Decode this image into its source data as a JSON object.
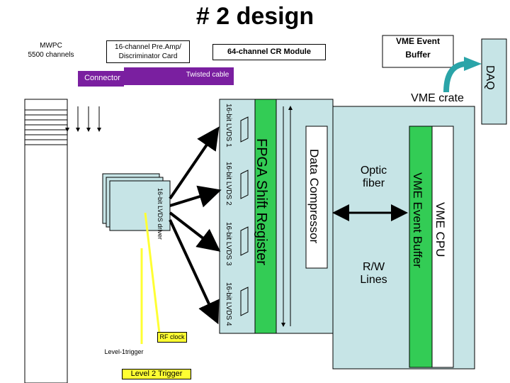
{
  "title": "# 2 design",
  "labels": {
    "mwpc_line1": "MWPC",
    "mwpc_line2": "5500 channels",
    "preamp_line1": "16-channel Pre.Amp/",
    "preamp_line2": "Discriminator Card",
    "cr_module": "64-channel CR Module",
    "vme_event_line1": "VME Event",
    "vme_event_line2": "Buffer",
    "daq": "DAQ",
    "twisted_cable": "Twisted cable",
    "connector": "Connector",
    "vme_crate": "VME crate",
    "lvds1": "16-bit LVDS 1",
    "lvds2": "16-bit LVDS 2",
    "lvds3": "16-bit LVDS 3",
    "lvds4": "16-bit LVDS 4",
    "lvds_driver_line1": "16-bit LVDS",
    "lvds_driver_line2": "driver",
    "fpga": "FPGA Shift Register",
    "data_compressor": "Data Compressor",
    "optic_line1": "Optic",
    "optic_line2": "fiber",
    "rw_line1": "R/W",
    "rw_line2": "Lines",
    "vme_event_buffer": "VME Event Buffer",
    "vme_cpu": "VME CPU",
    "rf_clock": "RF clock",
    "level1_trigger": "Level-1trigger",
    "level2_trigger": "Level 2 Trigger"
  },
  "colors": {
    "teal": "#c6e4e6",
    "purple": "#7a1fa0",
    "green": "#33cc55",
    "yellow": "#ffff33",
    "connector_fill": "#ddeef0"
  }
}
